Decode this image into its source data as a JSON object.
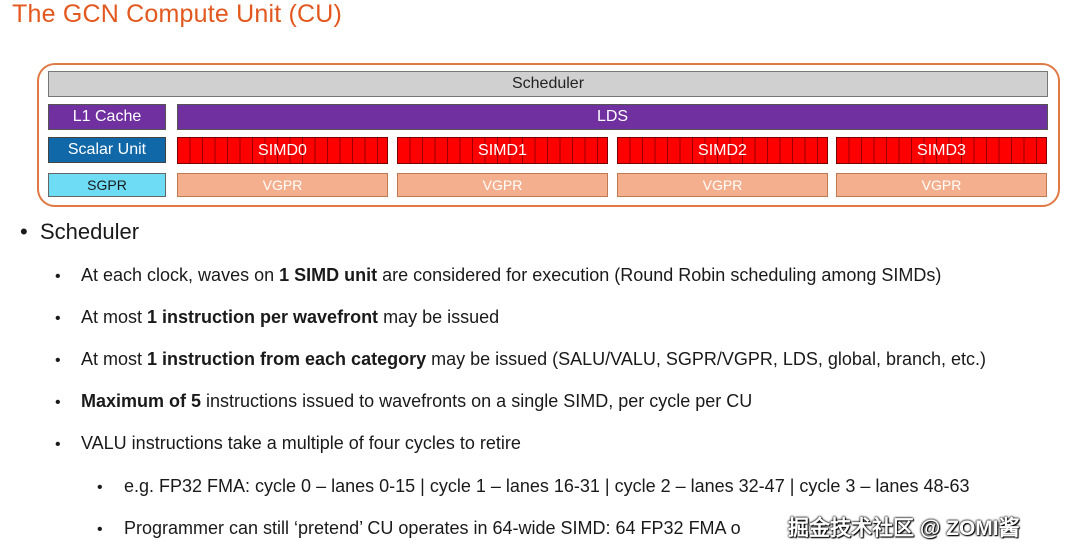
{
  "title": "The GCN Compute Unit (CU)",
  "diagram": {
    "scheduler": "Scheduler",
    "l1_cache": "L1 Cache",
    "lds": "LDS",
    "scalar_unit": "Scalar Unit",
    "sgpr": "SGPR",
    "simds": [
      "SIMD0",
      "SIMD1",
      "SIMD2",
      "SIMD3"
    ],
    "vgprs": [
      "VGPR",
      "VGPR",
      "VGPR",
      "VGPR"
    ]
  },
  "bullets": {
    "heading": "Scheduler",
    "b1": {
      "pre": "At each clock, waves on ",
      "bold": "1 SIMD unit",
      "post": " are considered for execution (Round Robin scheduling among SIMDs)"
    },
    "b2": {
      "pre": "At most ",
      "bold": "1 instruction per wavefront",
      "post": " may be issued"
    },
    "b3": {
      "pre": "At most ",
      "bold": "1 instruction from each category",
      "post": " may be issued (SALU/VALU, SGPR/VGPR, LDS, global, branch, etc.)"
    },
    "b4": {
      "bold": "Maximum of 5",
      "post": " instructions issued to wavefronts on a single SIMD, per cycle per CU"
    },
    "b5": {
      "text": "VALU instructions take a multiple of four cycles to retire"
    },
    "s1": {
      "text": "e.g. FP32 FMA: cycle 0 – lanes 0-15 | cycle 1 – lanes 16-31 | cycle 2 – lanes 32-47 | cycle 3 – lanes 48-63"
    },
    "s2": {
      "text": "Programmer can still ‘pretend’ CU operates in 64-wide SIMD: 64 FP32 FMA o"
    }
  },
  "watermark": "掘金技术社区 @ ZOMI酱"
}
